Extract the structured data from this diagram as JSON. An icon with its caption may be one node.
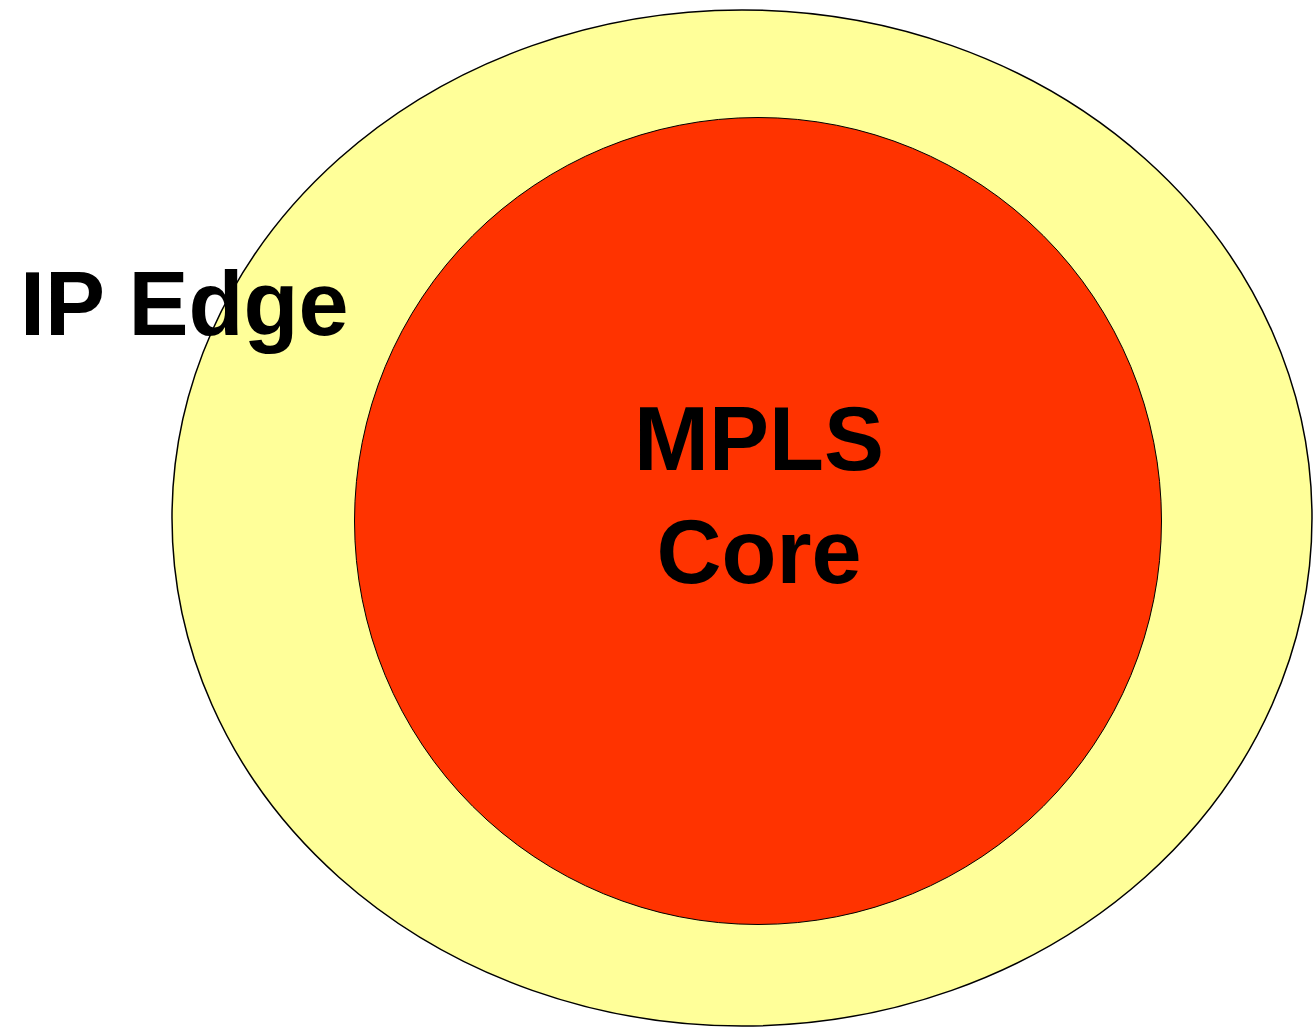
{
  "diagram": {
    "nodes": [
      {
        "text": [
          "IP Edge"
        ]
      },
      {
        "text": [
          "MPLS Core"
        ],
        "in": 0
      }
    ]
  }
}
